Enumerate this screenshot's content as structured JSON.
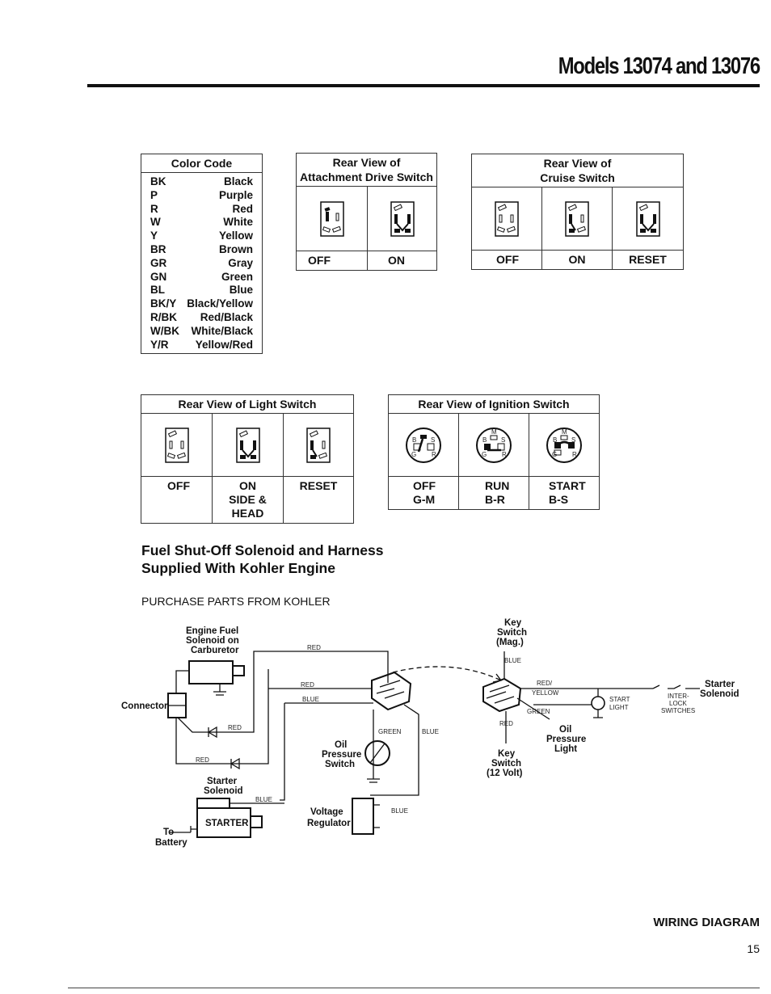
{
  "page": {
    "title": "Models 13074 and 13076",
    "footer_label": "WIRING DIAGRAM",
    "page_number": "15"
  },
  "color_code": {
    "title": "Color Code",
    "rows": [
      {
        "code": "BK",
        "name": "Black"
      },
      {
        "code": "P",
        "name": "Purple"
      },
      {
        "code": "R",
        "name": "Red"
      },
      {
        "code": "W",
        "name": "White"
      },
      {
        "code": "Y",
        "name": "Yellow"
      },
      {
        "code": "BR",
        "name": "Brown"
      },
      {
        "code": "GR",
        "name": "Gray"
      },
      {
        "code": "GN",
        "name": "Green"
      },
      {
        "code": "BL",
        "name": "Blue"
      },
      {
        "code": "BK/Y",
        "name": "Black/Yellow"
      },
      {
        "code": "R/BK",
        "name": "Red/Black"
      },
      {
        "code": "W/BK",
        "name": "White/Black"
      },
      {
        "code": "Y/R",
        "name": "Yellow/Red"
      }
    ]
  },
  "attachment_drive_switch": {
    "title_line1": "Rear View of",
    "title_line2": "Attachment Drive Switch",
    "positions": [
      "OFF",
      "ON"
    ]
  },
  "cruise_switch": {
    "title_line1": "Rear View of",
    "title_line2": "Cruise Switch",
    "positions": [
      "OFF",
      "ON",
      "RESET"
    ]
  },
  "light_switch": {
    "title": "Rear View of Light Switch",
    "positions": [
      [
        "OFF"
      ],
      [
        "ON",
        "SIDE & HEAD"
      ],
      [
        "RESET"
      ]
    ]
  },
  "ignition_switch": {
    "title": "Rear View of Ignition Switch",
    "positions": [
      [
        "OFF",
        "G-M"
      ],
      [
        "RUN",
        "B-R"
      ],
      [
        "START",
        "B-S"
      ]
    ],
    "terminals": [
      "B",
      "M",
      "S",
      "G",
      "R"
    ]
  },
  "fuel_section": {
    "heading_line1": "Fuel Shut-Off Solenoid and Harness",
    "heading_line2": "Supplied With Kohler Engine",
    "note": "PURCHASE PARTS FROM KOHLER"
  },
  "wiring": {
    "engine_fuel_solenoid": [
      "Engine Fuel",
      "Solenoid on",
      "Carburetor"
    ],
    "connector": "Connector",
    "starter_solenoid": [
      "Starter",
      "Solenoid"
    ],
    "starter": "STARTER",
    "to_battery": [
      "To",
      "Battery"
    ],
    "oil_pressure_switch": [
      "Oil",
      "Pressure",
      "Switch"
    ],
    "voltage_regulator": [
      "Voltage",
      "Regulator"
    ],
    "key_switch_mag": [
      "Key",
      "Switch",
      "(Mag.)"
    ],
    "key_switch_12v": [
      "Key",
      "Switch",
      "(12 Volt)"
    ],
    "oil_pressure_light": [
      "Oil",
      "Pressure",
      "Light"
    ],
    "start_light": [
      "START",
      "LIGHT"
    ],
    "interlock_switches": [
      "INTER-",
      "LOCK",
      "SWITCHES"
    ],
    "starter_solenoid_right": [
      "Starter",
      "Solenoid"
    ],
    "wire_red": "RED",
    "wire_blue": "BLUE",
    "wire_green": "GREEN",
    "wire_red_yellow": [
      "RED/",
      "YELLOW"
    ]
  }
}
